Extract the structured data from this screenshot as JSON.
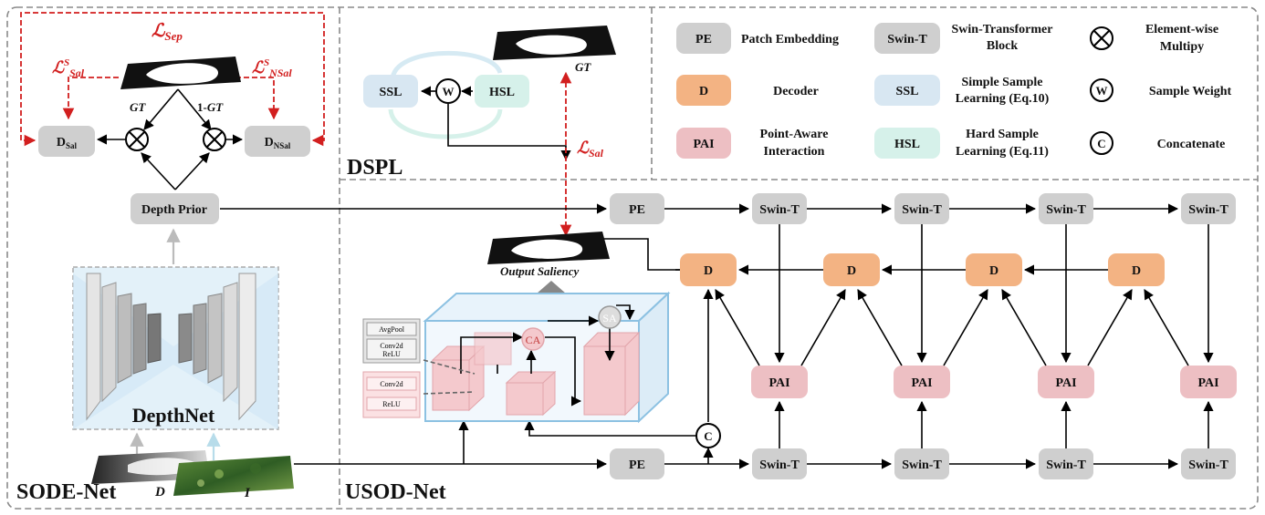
{
  "panels": {
    "sode": "SODE-Net",
    "dspl": "DSPL",
    "usod": "USOD-Net"
  },
  "legend": {
    "pe_abbr": "PE",
    "pe_name": "Patch Embedding",
    "swin_abbr": "Swin-T",
    "swin_name1": "Swin-Transformer",
    "swin_name2": "Block",
    "mult_name1": "Element-wise",
    "mult_name2": "Multipy",
    "d_abbr": "D",
    "d_name": "Decoder",
    "ssl_abbr": "SSL",
    "ssl_name1": "Simple Sample",
    "ssl_name2": "Learning (Eq.10)",
    "w_abbr": "W",
    "w_name": "Sample Weight",
    "pai_abbr": "PAI",
    "pai_name1": "Point-Aware",
    "pai_name2": "Interaction",
    "hsl_abbr": "HSL",
    "hsl_name1": "Hard Sample",
    "hsl_name2": "Learning (Eq.11)",
    "c_abbr": "C",
    "c_name": "Concatenate"
  },
  "sode": {
    "l_sep": "ℒ",
    "l_sep_sub": "Sep",
    "l_sal": "ℒ",
    "l_sal_sup": "S",
    "l_sal_sub": "Sal",
    "l_nsal": "ℒ",
    "l_nsal_sup": "S",
    "l_nsal_sub": "NSal",
    "gt": "GT",
    "one_gt_prefix": "1-",
    "one_gt": "GT",
    "d_sal": "D",
    "d_sal_sub": "Sal",
    "d_nsal": "D",
    "d_nsal_sub": "NSal",
    "depth_prior": "Depth Prior",
    "depthnet": "DepthNet",
    "input_d": "D",
    "input_i": "I"
  },
  "dspl": {
    "ssl": "SSL",
    "hsl": "HSL",
    "w": "W",
    "gt": "GT",
    "l_sal": "ℒ",
    "l_sal_sub": "Sal"
  },
  "usod": {
    "pe": "PE",
    "swin": "Swin-T",
    "d": "D",
    "pai": "PAI",
    "c": "C",
    "output": "Output Saliency",
    "ca": "CA",
    "sa": "SA",
    "avgpool": "AvgPool",
    "conv2d": "Conv2d",
    "relu": "ReLU"
  }
}
